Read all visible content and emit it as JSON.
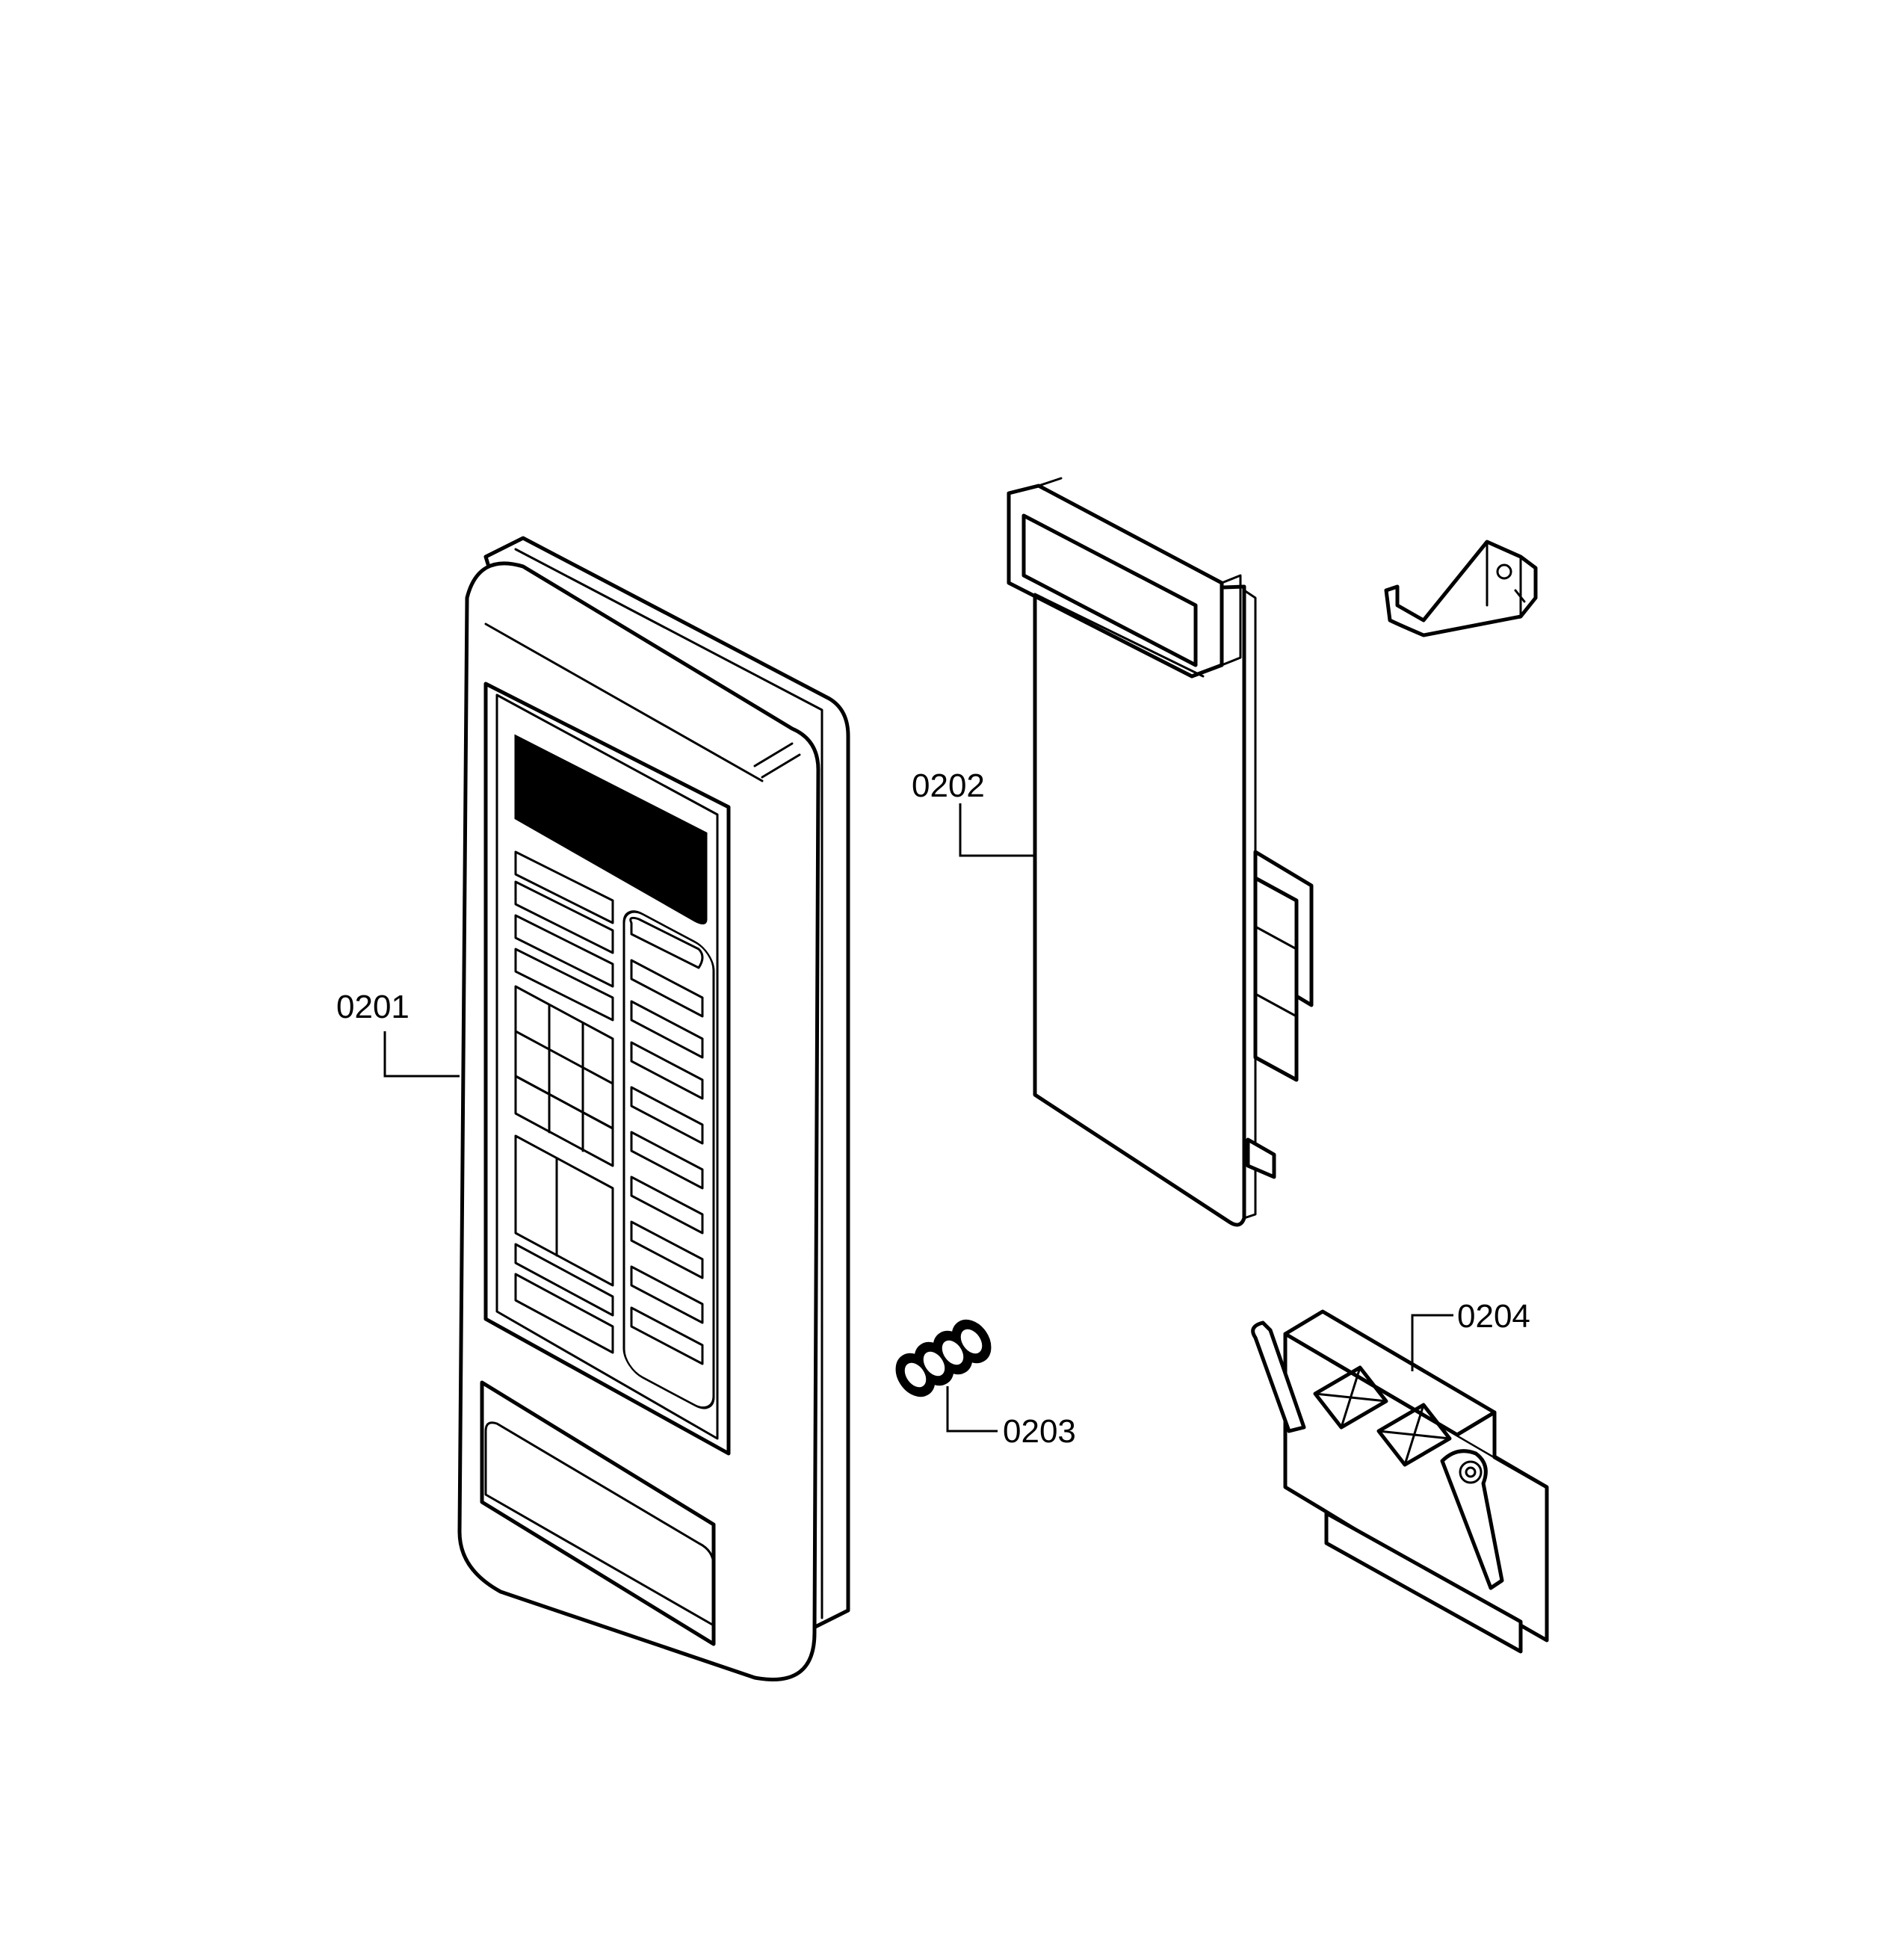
{
  "parts": [
    {
      "id": "control-panel",
      "callout": "0201"
    },
    {
      "id": "circuit-board",
      "callout": "0202"
    },
    {
      "id": "spring",
      "callout": "0203"
    },
    {
      "id": "latch-assembly",
      "callout": "0204"
    }
  ]
}
